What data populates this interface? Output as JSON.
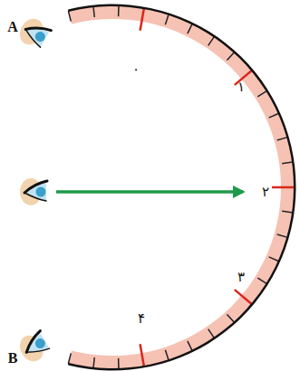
{
  "diagram": {
    "labels": [
      "A",
      "۰",
      "۱",
      "۲",
      "۳",
      "۴",
      "B"
    ]
  }
}
